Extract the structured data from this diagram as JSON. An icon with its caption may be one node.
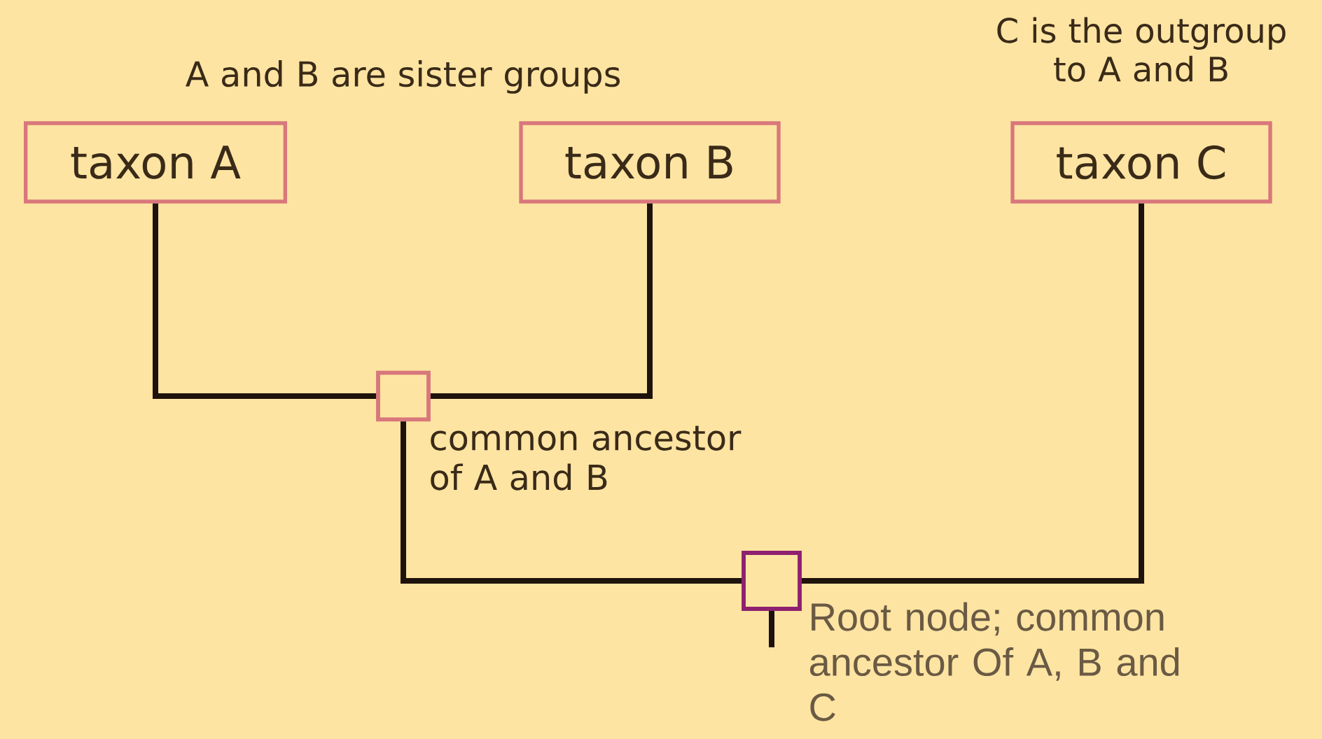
{
  "diagram": {
    "nodes": [
      {
        "text": [
          "taxon A"
        ]
      },
      {
        "text": [
          "taxon B"
        ]
      },
      {
        "text": [
          "taxon C"
        ],
        "beside": [
          "C is the outgroup to A and B"
        ]
      },
      {
        "text": [],
        "shape": "box",
        "beside": [
          "common ancestor of A and B"
        ]
      },
      {
        "text": [],
        "shape": "box",
        "beside": [
          "Root node; common ancestor Of A, B and C"
        ]
      }
    ],
    "edges": [
      {
        "from": 3,
        "to": 0,
        "arrow": "none"
      },
      {
        "from": 3,
        "to": 1,
        "arrow": "none"
      },
      {
        "from": 4,
        "to": 3,
        "arrow": "none"
      },
      {
        "from": 4,
        "to": 2,
        "arrow": "none"
      },
      {
        "from": 4,
        "to": null,
        "arrow": "none"
      }
    ],
    "labels": [
      "A and B are sister groups"
    ]
  }
}
